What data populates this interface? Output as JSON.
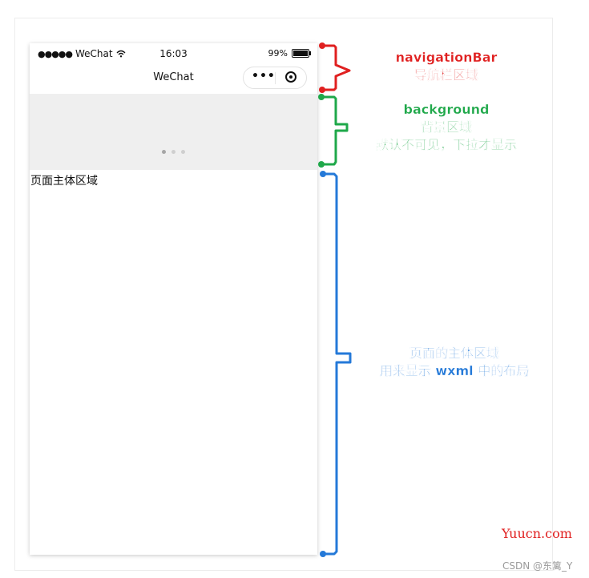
{
  "status_bar": {
    "carrier": "WeChat",
    "signal": "●●●●●",
    "time": "16:03",
    "battery_percent": "99%",
    "battery_level": 0.99
  },
  "nav_bar": {
    "title": "WeChat",
    "more_icon": "more-dots-icon",
    "close_icon": "close-circle-icon"
  },
  "background": {
    "loading_dots": 3
  },
  "page": {
    "text": "页面主体区域"
  },
  "annotations": {
    "navigation": {
      "lines": [
        "navigationBar",
        "导航栏区域"
      ],
      "color": "#e02020"
    },
    "background": {
      "lines": [
        "background",
        "背景区域",
        "默认不可见，下拉才显示"
      ],
      "color": "#1fa84a"
    },
    "main": {
      "lines": [
        "页面的主体区域",
        "用来显示 wxml 中的布局"
      ],
      "color": "#2479d8"
    }
  },
  "watermarks": {
    "site": "Yuucn.com",
    "csdn": "CSDN @东篱_Y"
  }
}
